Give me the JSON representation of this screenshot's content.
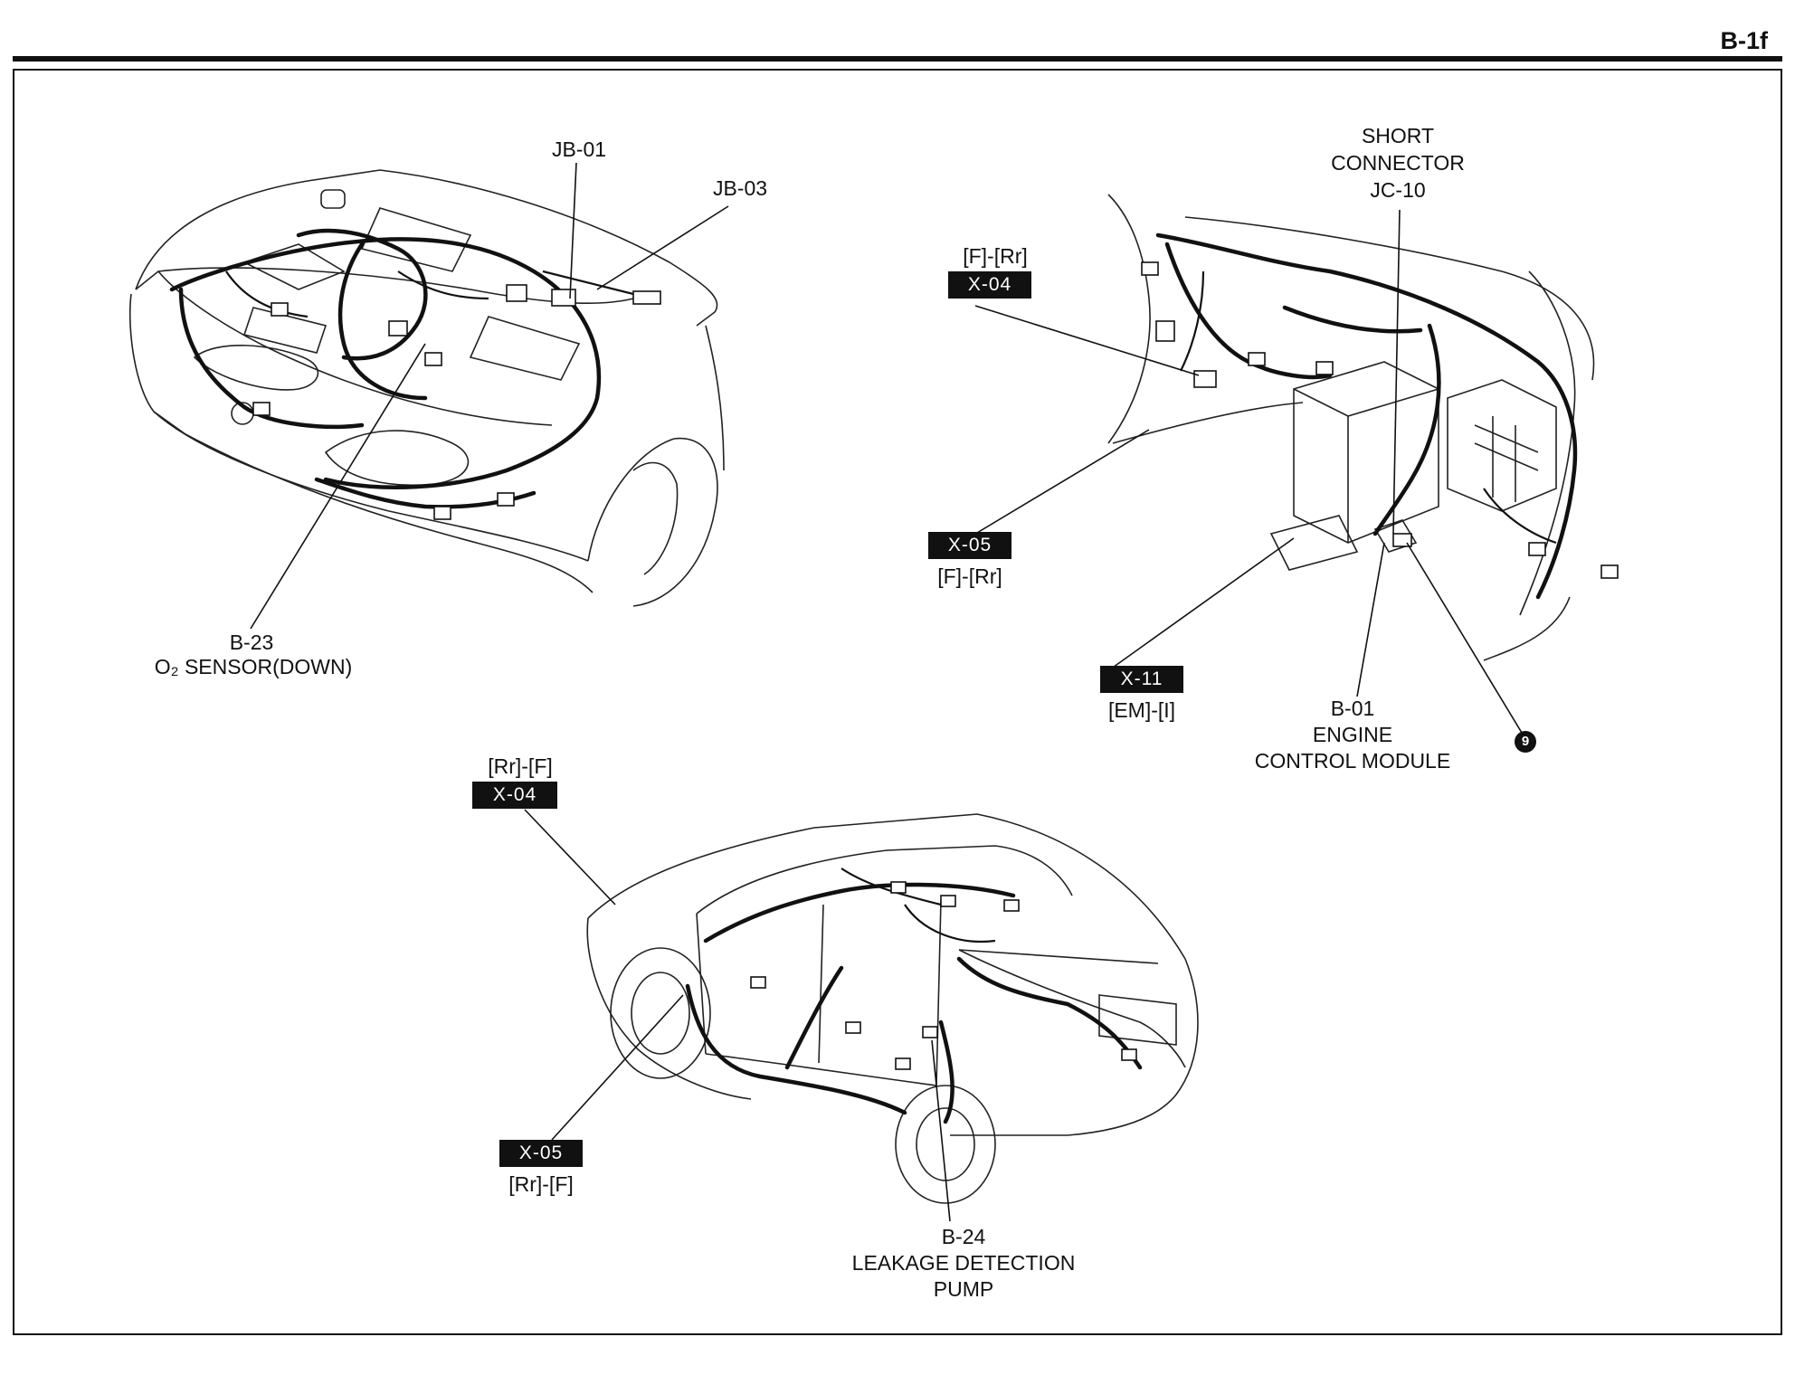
{
  "page_number": "B-1f",
  "labels": {
    "jb01": "JB-01",
    "jb03": "JB-03",
    "b23_code": "B-23",
    "b23_name": "O₂ SENSOR(DOWN)",
    "short_1": "SHORT",
    "short_2": "CONNECTOR",
    "short_3": "JC-10",
    "x04_top_dir": "[F]-[Rr]",
    "x04_top": "X-04",
    "x05_top": "X-05",
    "x05_top_dir": "[F]-[Rr]",
    "x11": "X-11",
    "x11_dir": "[EM]-[I]",
    "b01_code": "B-01",
    "b01_name_1": "ENGINE",
    "b01_name_2": "CONTROL MODULE",
    "ground": "9",
    "x04_bot_dir": "[Rr]-[F]",
    "x04_bot": "X-04",
    "x05_bot": "X-05",
    "x05_bot_dir": "[Rr]-[F]",
    "b24_code": "B-24",
    "b24_name_1": "LEAKAGE DETECTION",
    "b24_name_2": "PUMP"
  }
}
